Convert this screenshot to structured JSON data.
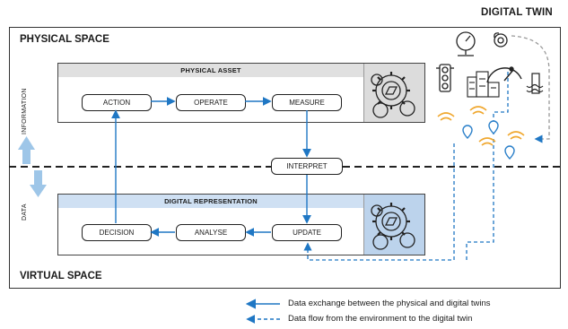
{
  "title": "DIGITAL TWIN",
  "physical_space": "PHYSICAL SPACE",
  "virtual_space": "VIRTUAL SPACE",
  "side_labels": {
    "information": "INFORMATION",
    "data": "DATA"
  },
  "physical_asset": {
    "header": "PHYSICAL ASSET",
    "steps": [
      "ACTION",
      "OPERATE",
      "MEASURE"
    ]
  },
  "interpret": "INTERPRET",
  "digital_representation": {
    "header": "DIGITAL REPRESENTATION",
    "steps": [
      "DECISION",
      "ANALYSE",
      "UPDATE"
    ]
  },
  "legend": [
    {
      "style": "solid",
      "label": "Data exchange between the physical and digital twins"
    },
    {
      "style": "dashed",
      "label": "Data flow from the environment to the digital twin"
    }
  ],
  "colors": {
    "arrow": "#1f77c4",
    "sensor": "#f0a830",
    "pin": "#2a7fc9",
    "virtual_header": "#cfe0f3",
    "physical_header": "#e0e0e0"
  },
  "icons": [
    "gauge-icon",
    "dial-icon",
    "traffic-light-icon",
    "speedometer-icon",
    "buildings-icon",
    "water-tank-icon",
    "wifi-signal-icon",
    "location-pin-icon",
    "gear-cluster-icon"
  ]
}
